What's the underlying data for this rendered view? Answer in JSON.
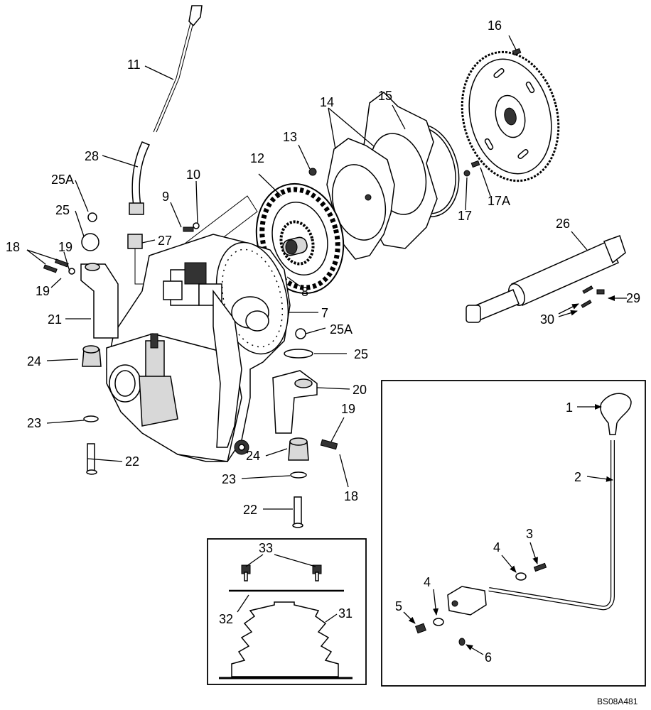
{
  "diagram": {
    "reference_code": "BS08A481",
    "callouts": [
      "11",
      "28",
      "25A",
      "25",
      "27",
      "9",
      "10",
      "18",
      "19",
      "19",
      "21",
      "24",
      "23",
      "22",
      "12",
      "13",
      "14",
      "15",
      "16",
      "17",
      "17A",
      "26",
      "29",
      "30",
      "8",
      "7",
      "25A",
      "25",
      "20",
      "19",
      "18",
      "24",
      "23",
      "22",
      "33",
      "32",
      "31",
      "1",
      "2",
      "3",
      "4",
      "4",
      "5",
      "6"
    ]
  }
}
